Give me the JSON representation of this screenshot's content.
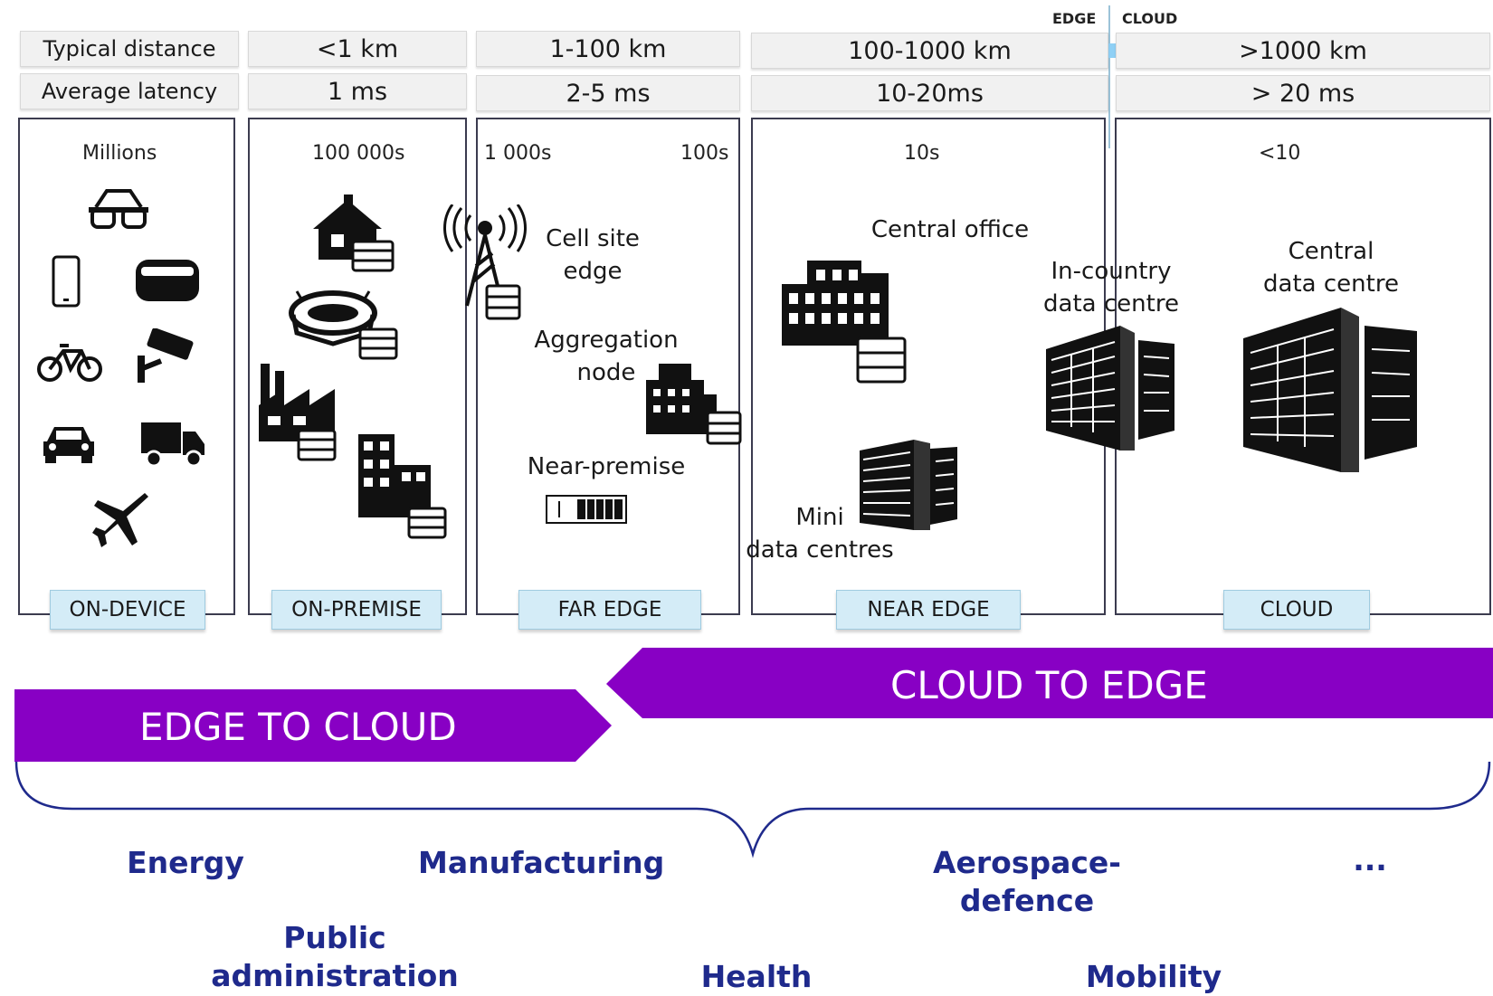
{
  "header": {
    "edge_label": "EDGE",
    "cloud_label": "CLOUD"
  },
  "rows": {
    "distance": {
      "label": "Typical distance",
      "values": [
        "<1 km",
        "1-100 km",
        "100-1000 km",
        ">1000 km"
      ]
    },
    "latency": {
      "label": "Average latency",
      "values": [
        "1 ms",
        "2-5 ms",
        "10-20ms",
        "> 20 ms"
      ]
    }
  },
  "columns": {
    "on_device": {
      "count": "Millions",
      "tier": "ON-DEVICE"
    },
    "on_premise": {
      "count": "100 000s",
      "tier": "ON-PREMISE"
    },
    "far_edge": {
      "count_left": "1 000s",
      "count_right": "100s",
      "tier": "FAR EDGE",
      "cell_site": "Cell site\nedge",
      "aggregation": "Aggregation\nnode",
      "near_premise": "Near-premise"
    },
    "near_edge": {
      "count": "10s",
      "tier": "NEAR EDGE",
      "central_office": "Central office",
      "mini_dc": "Mini\ndata centres",
      "in_country": "In-country\ndata centre"
    },
    "cloud": {
      "count": "<10",
      "tier": "CLOUD",
      "central_dc": "Central\ndata centre"
    }
  },
  "banners": {
    "edge_to_cloud": "EDGE TO CLOUD",
    "cloud_to_edge": "CLOUD TO EDGE"
  },
  "sectors": {
    "energy": "Energy",
    "manufacturing": "Manufacturing",
    "aerospace": "Aerospace-defence",
    "more": "...",
    "public_admin": "Public\nadministration",
    "health": "Health",
    "mobility": "Mobility"
  },
  "colors": {
    "banner": "#8800c4",
    "sector_text": "#1f2a8c",
    "tier_bg": "#d4ecf7",
    "arrow": "#8fd0f5"
  }
}
